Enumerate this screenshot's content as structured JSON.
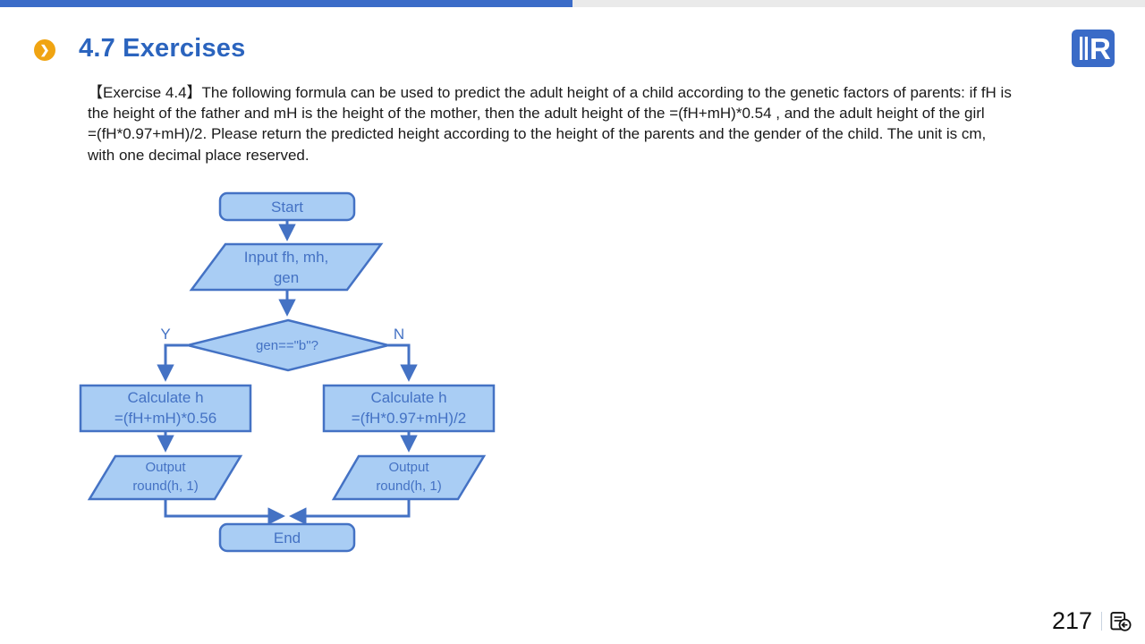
{
  "slide": {
    "title": "4.7 Exercises",
    "logo_letter": "R"
  },
  "exercise": {
    "lines": [
      "【Exercise 4.4】The following formula can be used to predict the adult height of a child according to the genetic factors of parents: if fH is",
      "the height of the father and mH is the height of the mother, then the adult height of the =(fH+mH)*0.54 , and the adult height of the girl",
      "=(fH*0.97+mH)/2. Please return the predicted height according to the height of the parents and the gender of the child. The unit is cm,",
      "with one decimal place reserved."
    ]
  },
  "flowchart": {
    "fill_color": "#A9CDF4",
    "line_color": "#4472C4",
    "nodes": {
      "start": "Start",
      "input": "Input fh, mh,\ngen",
      "decision": "gen==\"b\"?",
      "yes_label": "Y",
      "no_label": "N",
      "calc_left": "Calculate h\n=(fH+mH)*0.56",
      "calc_right": "Calculate h\n=(fH*0.97+mH)/2",
      "output_left": "Output\nround(h, 1)",
      "output_right": "Output\nround(h, 1)",
      "end": "End"
    }
  },
  "footer": {
    "page_number": "217"
  },
  "colors": {
    "topbar_accent": "#3B6CC8",
    "topbar_muted": "#EAEAEA",
    "title_blue": "#2B64BE",
    "bullet_orange": "#F0A412"
  }
}
